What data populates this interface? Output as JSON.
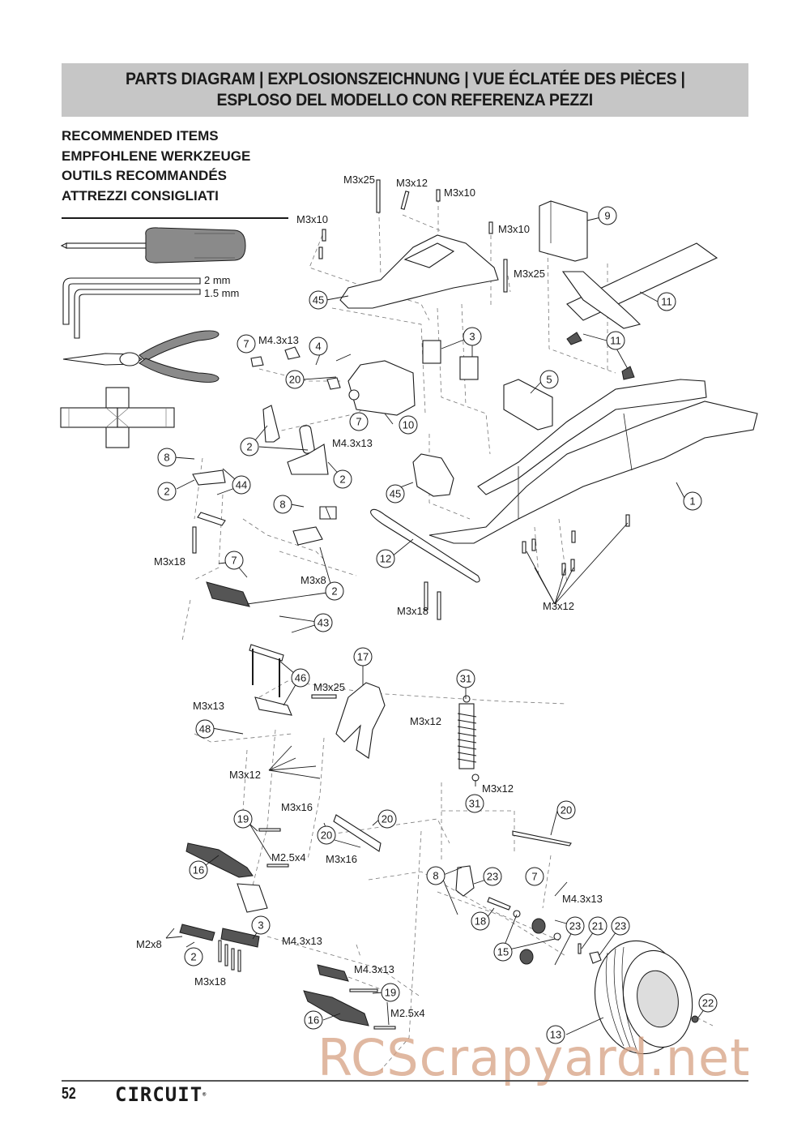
{
  "header": {
    "title_line1": "PARTS DIAGRAM | EXPLOSIONSZEICHNUNG | VUE ÉCLATÉE DES PIÈCES |",
    "title_line2": "ESPLOSO DEL MODELLO CON REFERENZA PEZZI"
  },
  "recommended": {
    "lines": [
      "RECOMMENDED ITEMS",
      "EMPFOHLENE WERKZEUGE",
      "OUTILS RECOMMANDÉS",
      "ATTREZZI CONSIGLIATI"
    ],
    "tools": [
      {
        "name": "screwdriver-icon"
      },
      {
        "name": "hex-key-icon",
        "sizes": [
          "2 mm",
          "1.5 mm"
        ]
      },
      {
        "name": "pliers-icon"
      },
      {
        "name": "cross-wrench-icon"
      }
    ]
  },
  "callouts": {
    "c1": "1",
    "c2": "2",
    "c3": "3",
    "c4": "4",
    "c5": "5",
    "c7": "7",
    "c8": "8",
    "c9": "9",
    "c10": "10",
    "c11": "11",
    "c12": "12",
    "c13": "13",
    "c15": "15",
    "c16": "16",
    "c17": "17",
    "c18": "18",
    "c19": "19",
    "c20": "20",
    "c21": "21",
    "c22": "22",
    "c23": "23",
    "c31": "31",
    "c43": "43",
    "c44": "44",
    "c45": "45",
    "c46": "46",
    "c48": "48"
  },
  "screws": {
    "m3x25": "M3x25",
    "m3x12": "M3x12",
    "m3x10": "M3x10",
    "m3x18": "M3x18",
    "m3x8": "M3x8",
    "m3x13": "M3x13",
    "m3x16": "M3x16",
    "m43x13": "M4.3x13",
    "m25x4": "M2.5x4",
    "m2x8": "M2x8"
  },
  "footer": {
    "page_number": "52",
    "brand": "CIRCUIT",
    "watermark": "RCScrapyard.net"
  }
}
